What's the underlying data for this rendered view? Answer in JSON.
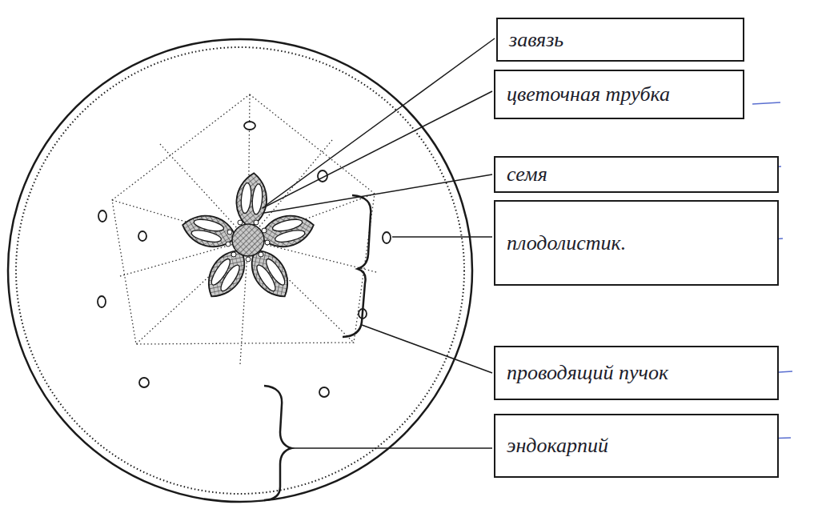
{
  "diagram": {
    "nodes": [
      {
        "text": [
          "завязь"
        ]
      },
      {
        "text": [
          "цветочная трубка"
        ]
      },
      {
        "text": [
          "семя"
        ]
      },
      {
        "text": [
          "плодолистик."
        ]
      },
      {
        "text": [
          "проводящий пучок"
        ]
      },
      {
        "text": [
          "эндокарпий"
        ]
      }
    ]
  }
}
